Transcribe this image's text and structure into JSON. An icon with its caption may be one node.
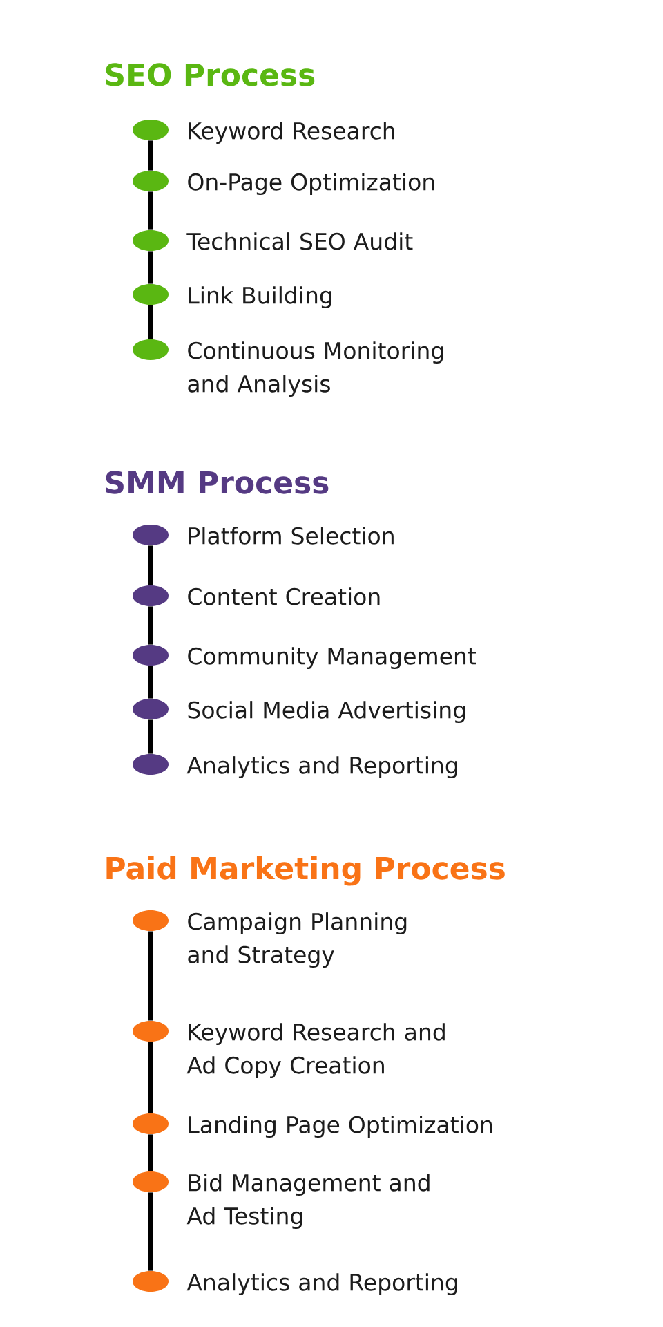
{
  "diagram": {
    "nodes": [
      {
        "text": [],
        "shape": "circle",
        "beside": [
          "Keyword Research"
        ]
      },
      {
        "text": [],
        "shape": "circle",
        "beside": [
          "On-Page Optimization"
        ]
      },
      {
        "text": [],
        "shape": "circle",
        "beside": [
          "Technical SEO Audit"
        ]
      },
      {
        "text": [],
        "shape": "circle",
        "beside": [
          "Link Building"
        ]
      },
      {
        "text": [],
        "shape": "circle",
        "beside": [
          "Continuous Monitoring and Analysis"
        ]
      },
      {
        "text": [],
        "shape": "circle",
        "beside": [
          "Platform Selection"
        ]
      },
      {
        "text": [],
        "shape": "circle",
        "beside": [
          "Content Creation"
        ]
      },
      {
        "text": [],
        "shape": "circle",
        "beside": [
          "Community Management"
        ]
      },
      {
        "text": [],
        "shape": "circle",
        "beside": [
          "Social Media Advertising"
        ]
      },
      {
        "text": [],
        "shape": "circle",
        "beside": [
          "Analytics and Reporting"
        ]
      },
      {
        "text": [],
        "shape": "circle",
        "beside": [
          "Campaign Planning and Strategy"
        ]
      },
      {
        "text": [],
        "shape": "circle",
        "beside": [
          "Keyword Research and Ad Copy Creation"
        ]
      },
      {
        "text": [],
        "shape": "circle",
        "beside": [
          "Landing Page Optimization"
        ]
      },
      {
        "text": [],
        "shape": "circle",
        "beside": [
          "Bid Management and Ad Testing"
        ]
      },
      {
        "text": [],
        "shape": "circle",
        "beside": [
          "Analytics and Reporting"
        ]
      }
    ],
    "edges": [
      {
        "from": 0,
        "to": 1,
        "arrow": "none"
      },
      {
        "from": 1,
        "to": 2,
        "arrow": "none"
      },
      {
        "from": 2,
        "to": 3,
        "arrow": "none"
      },
      {
        "from": 3,
        "to": 4,
        "arrow": "none"
      },
      {
        "from": 5,
        "to": 6,
        "arrow": "none"
      },
      {
        "from": 6,
        "to": 7,
        "arrow": "none"
      },
      {
        "from": 7,
        "to": 8,
        "arrow": "none"
      },
      {
        "from": 8,
        "to": 9,
        "arrow": "none"
      },
      {
        "from": 10,
        "to": 11,
        "arrow": "none"
      },
      {
        "from": 11,
        "to": 12,
        "arrow": "none"
      },
      {
        "from": 12,
        "to": 13,
        "arrow": "none"
      },
      {
        "from": 13,
        "to": 14,
        "arrow": "none"
      }
    ],
    "labels": [
      "SEO Process",
      "SMM Process",
      "Paid Marketing Process"
    ]
  }
}
